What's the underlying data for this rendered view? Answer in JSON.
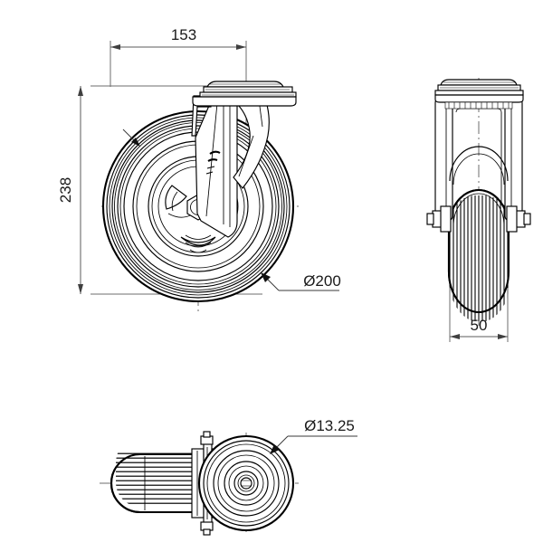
{
  "document": {
    "kind": "engineering-drawing",
    "subject": "swivel caster wheel",
    "background_color": "#ffffff",
    "line_color": "#000000",
    "dimension_color": "#5b5b5b",
    "text_color": "#1a1a1a"
  },
  "dimensions": {
    "overall_height": {
      "value": "238",
      "orientation": "vertical",
      "view": "front"
    },
    "overall_length": {
      "value": "153",
      "orientation": "horizontal",
      "view": "front"
    },
    "wheel_diameter": {
      "value": "Ø200",
      "orientation": "leader",
      "view": "front"
    },
    "wheel_width": {
      "value": "50",
      "orientation": "horizontal",
      "view": "side"
    },
    "bolt_hole_diameter": {
      "value": "Ø13.25",
      "orientation": "leader",
      "view": "top"
    }
  },
  "views": [
    {
      "id": "front-view",
      "label": "front"
    },
    {
      "id": "side-view",
      "label": "side"
    },
    {
      "id": "top-view",
      "label": "top"
    }
  ]
}
